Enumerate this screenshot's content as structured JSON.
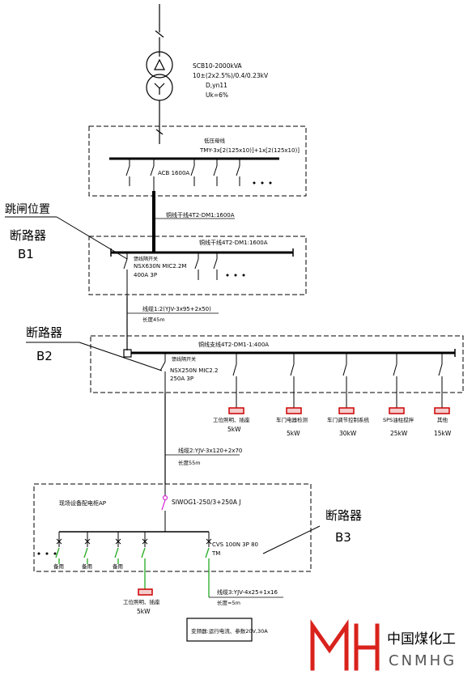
{
  "transformer": {
    "model": "SCB10-2000kVA",
    "ratio": "10±(2x2.5%)/0.4/0.23kV",
    "vector_group": "D,yn11",
    "uk": "Uk=6%"
  },
  "panel1": {
    "bus_label": "低压母线",
    "bus_spec": "TMY-3x[2(125x10)]+1x[2(125x10)]",
    "acb": "ACB 1600A"
  },
  "feeder_bus": "铜线干线4T2-DM1:1600A",
  "panel2": {
    "bus_spec": "铜线干线4T2-DM1:1600A",
    "switch_title": "馈线隔开关",
    "switch_model": "NSX630N MIC2.2M",
    "switch_rating": "400A 3P"
  },
  "cable1": {
    "spec": "线缆1:2(YJV-3x95+2x50)",
    "length": "长度45m"
  },
  "panel3": {
    "bus_spec": "铜线支线4T2-DM1-1:400A",
    "switch_title": "馈线隔开关",
    "switch_model": "NSX250N MIC2.2",
    "switch_rating": "250A 3P"
  },
  "loads_b2": [
    {
      "name": "工位照明、插座",
      "power": "5kW"
    },
    {
      "name": "车门电器检测",
      "power": "5kW"
    },
    {
      "name": "车门调节控制系统",
      "power": "30kW"
    },
    {
      "name": "SPS油柱搅拌",
      "power": "25kW"
    },
    {
      "name": "其他",
      "power": "15kW"
    }
  ],
  "cable2": {
    "spec": "线缆2:YJV-3x120+2x70",
    "length": "长度55m"
  },
  "panel4": {
    "title": "现场设备配电柜AP",
    "switch": "SIWOG1-250/3+250A J",
    "breaker": "CVS 100N 3P 80",
    "breaker_unit": "TM",
    "spares": [
      "备用",
      "备用",
      "备用"
    ],
    "load": {
      "name": "工位照明、插座",
      "power": "5kW"
    }
  },
  "cable3": {
    "spec": "线缆3:YJV-4x25+1x16",
    "length": "长度=5m"
  },
  "end_load": "变频器:运行电流、参数20V,30A",
  "annotations": {
    "trip_position": "跳闸位置",
    "b1_title": "断路器",
    "b1_code": "B1",
    "b2_title": "断路器",
    "b2_code": "B2",
    "b3_title": "断路器",
    "b3_code": "B3"
  },
  "watermark": {
    "cn": "中国煤化工",
    "en": "CNMHG"
  },
  "colors": {
    "line": "#000000",
    "load_red": "#cc0000",
    "switch_green": "#22aa22",
    "switch_magenta": "#d42ad4",
    "logo_red": "#d9221c"
  }
}
